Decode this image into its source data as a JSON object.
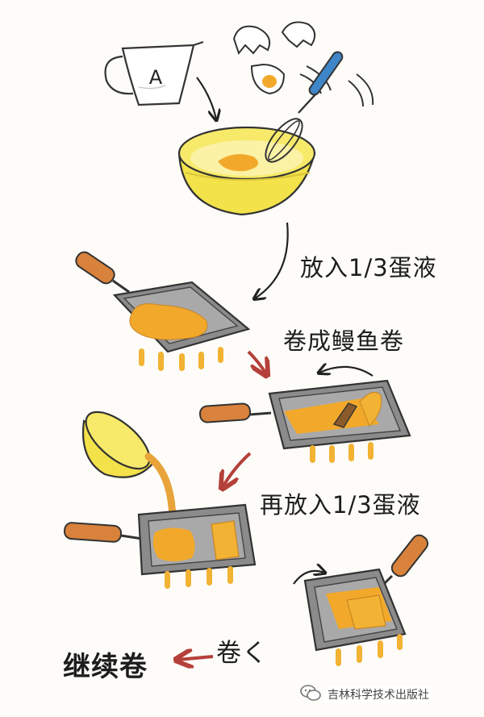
{
  "illustration": {
    "cup_label": "A",
    "steps": [
      {
        "id": "step-add-first-third",
        "text": "放入1/3蛋液"
      },
      {
        "id": "step-roll-eel",
        "text": "卷成鳗鱼卷"
      },
      {
        "id": "step-add-another-third",
        "text": "再放入1/3蛋液"
      },
      {
        "id": "step-roll",
        "text": "卷く"
      },
      {
        "id": "step-continue-rolling",
        "text": "继续卷"
      }
    ]
  },
  "watermark": {
    "icon": "chat-bubbles-icon",
    "text": "吉林科学技术出版社"
  },
  "colors": {
    "egg": "#f2a92b",
    "bowl": "#f3e24a",
    "arrow": "#b5403a",
    "handle": "#d9823c",
    "pan": "#8b8b8b",
    "whisk": "#3f86c8"
  }
}
